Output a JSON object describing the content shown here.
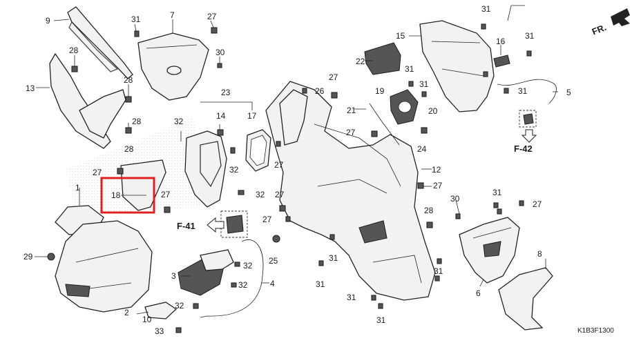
{
  "diagram": {
    "code": "K1B3F1300",
    "direction_label": "FR.",
    "ref_left": "F-41",
    "ref_right": "F-42",
    "labels": {
      "l1": "1",
      "l2": "2",
      "l3": "3",
      "l4": "4",
      "l5": "5",
      "l6": "6",
      "l7": "7",
      "l8": "8",
      "l9": "9",
      "l10": "10",
      "l12": "12",
      "l13": "13",
      "l14": "14",
      "l15": "15",
      "l16": "16",
      "l17": "17",
      "l18": "18",
      "l19": "19",
      "l20": "20",
      "l21": "21",
      "l22": "22",
      "l23": "23",
      "l24": "24",
      "l25": "25",
      "l26": "26",
      "l27": "27",
      "l28": "28",
      "l29": "29",
      "l30": "30",
      "l31": "31",
      "l32": "32",
      "l33": "33"
    }
  }
}
